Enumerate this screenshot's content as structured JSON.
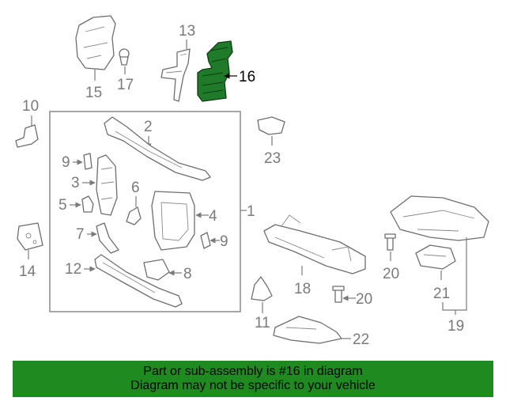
{
  "callouts": {
    "p1": "1",
    "p2": "2",
    "p3": "3",
    "p4": "4",
    "p5": "5",
    "p6": "6",
    "p7": "7",
    "p8": "8",
    "p9a": "9",
    "p9b": "9",
    "p10": "10",
    "p11": "11",
    "p12": "12",
    "p13": "13",
    "p14": "14",
    "p15": "15",
    "p16": "16",
    "p17": "17",
    "p18": "18",
    "p19": "19",
    "p20a": "20",
    "p20b": "20",
    "p21": "21",
    "p22": "22",
    "p23": "23"
  },
  "highlighted_part": "16",
  "colors": {
    "highlight": "#1f7a2a",
    "banner": "#1f8a1f",
    "callout": "#7a7a7a"
  },
  "banner": {
    "line1": "Part or sub-assembly is #16 in diagram",
    "line2": "Diagram may not be specific to your vehicle"
  }
}
